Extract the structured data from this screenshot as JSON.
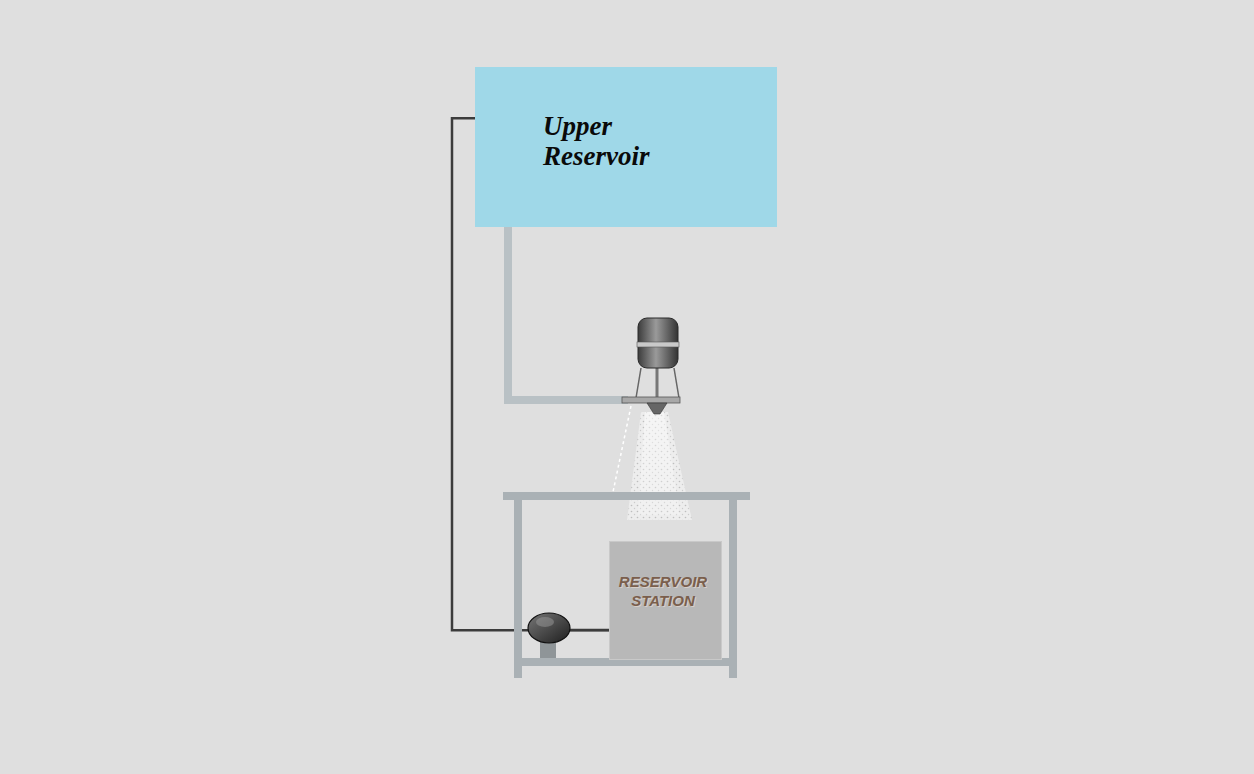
{
  "diagram": {
    "nodes": [
      {
        "text": [
          "Upper Reservoir"
        ]
      },
      {
        "text": [
          "RESERVOIR STATION"
        ]
      }
    ],
    "edges": [
      {
        "from": 1,
        "to": 0,
        "arrow": "none"
      }
    ]
  }
}
